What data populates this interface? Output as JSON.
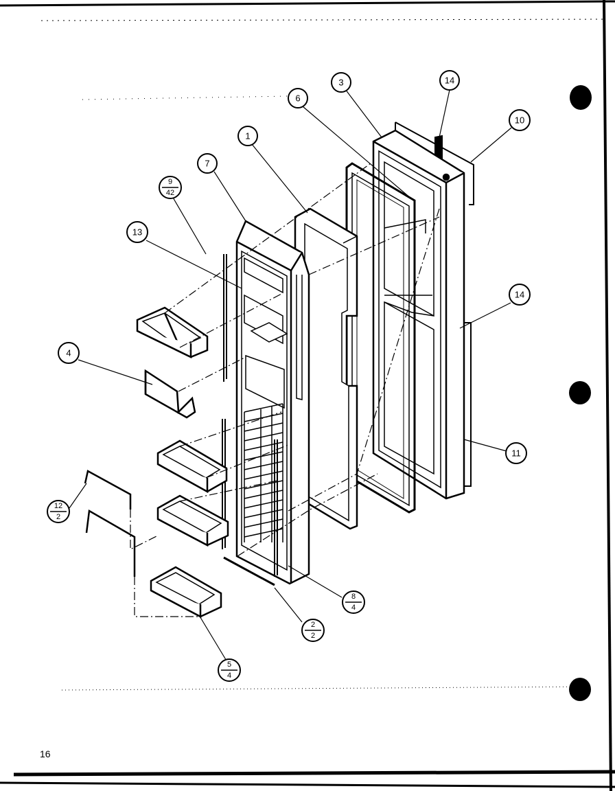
{
  "diagram": {
    "page_number": "16",
    "callouts": [
      {
        "id": "c3",
        "label": "3"
      },
      {
        "id": "c14a",
        "label": "14"
      },
      {
        "id": "c6",
        "label": "6"
      },
      {
        "id": "c10",
        "label": "10"
      },
      {
        "id": "c1",
        "label": "1"
      },
      {
        "id": "c7",
        "label": "7"
      },
      {
        "id": "c13",
        "label": "13"
      },
      {
        "id": "c14b",
        "label": "14"
      },
      {
        "id": "c4",
        "label": "4"
      },
      {
        "id": "c11",
        "label": "11"
      }
    ],
    "fraction_callouts": [
      {
        "id": "f9-42",
        "numerator": "9",
        "denominator": "42"
      },
      {
        "id": "f12-2",
        "numerator": "12",
        "denominator": "2"
      },
      {
        "id": "f8-4",
        "numerator": "8",
        "denominator": "4"
      },
      {
        "id": "f2-2",
        "numerator": "2",
        "denominator": "2"
      },
      {
        "id": "f5-4",
        "numerator": "5",
        "denominator": "4"
      }
    ]
  }
}
